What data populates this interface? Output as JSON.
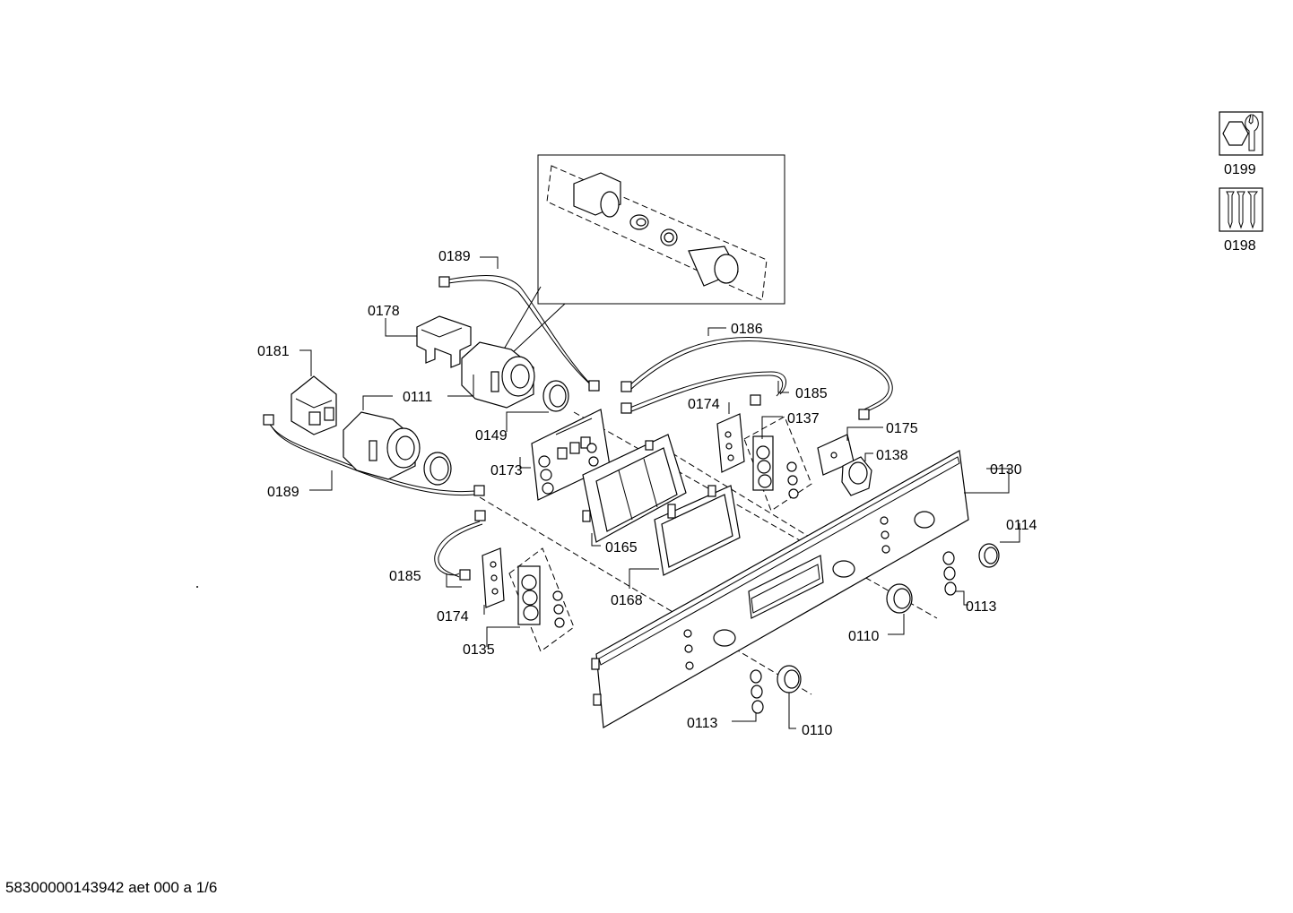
{
  "diagram": {
    "footer": "58300000143942 aet 000 a 1/6",
    "legend_tools": [
      {
        "icon": "wrench-nut-icon",
        "label": "0199"
      },
      {
        "icon": "screws-icon",
        "label": "0198"
      }
    ],
    "labels": {
      "l0189a": "0189",
      "l0178": "0178",
      "l0181": "0181",
      "l0111": "0111",
      "l0149": "0149",
      "l0189b": "0189",
      "l0186": "0186",
      "l0185a": "0185",
      "l0174a": "0174",
      "l0137": "0137",
      "l0175": "0175",
      "l0173": "0173",
      "l0138": "0138",
      "l0130": "0130",
      "l0165": "0165",
      "l0114": "0114",
      "l0185b": "0185",
      "l0168": "0168",
      "l0174b": "0174",
      "l0113a": "0113",
      "l0135": "0135",
      "l0110a": "0110",
      "l0113b": "0113",
      "l0110b": "0110"
    }
  }
}
